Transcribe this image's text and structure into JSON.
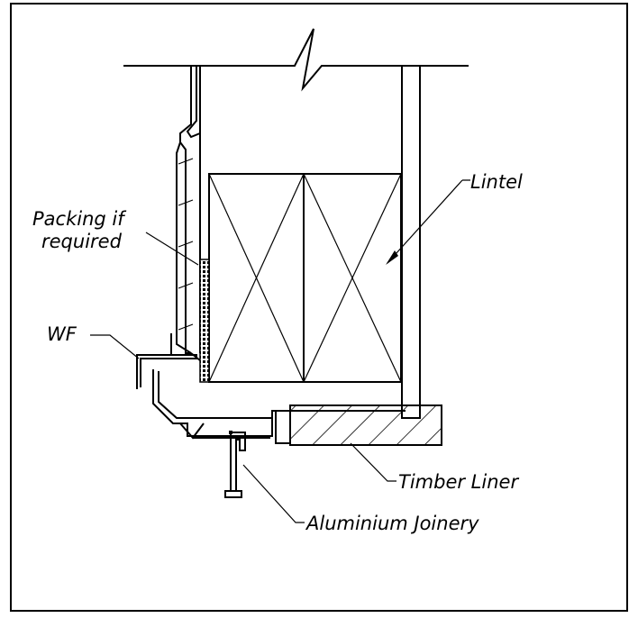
{
  "labels": {
    "lintel": "Lintel",
    "packing_line1": "Packing if",
    "packing_line2": "required",
    "wf": "WF",
    "timber_liner": "Timber Liner",
    "aluminium_joinery": "Aluminium Joinery"
  }
}
